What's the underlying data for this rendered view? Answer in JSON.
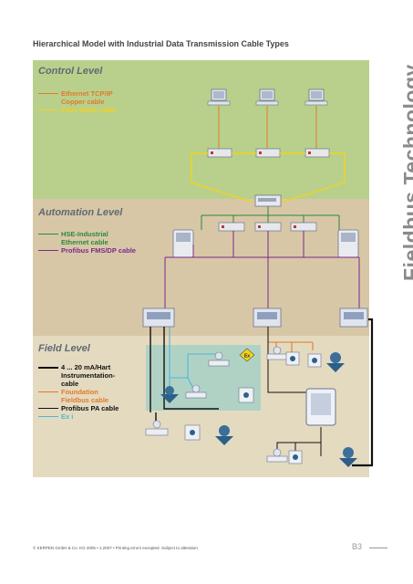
{
  "page": {
    "title": "Hierarchical Model with Industrial Data Transmission Cable Types",
    "side_title": "Fieldbus Technology",
    "footer": "KERPEN GmbH & Co. KG 2005  •  1.2007  •  Printing errors excepted. Subject to alteration",
    "page_number": "B3"
  },
  "levels": {
    "control": {
      "title": "Control Level",
      "legend": [
        {
          "label": "Ethernet TCP/IP\nCopper cable",
          "color": "#e07b2a"
        },
        {
          "label": "Fibre Optic cable",
          "color": "#f2d21c"
        }
      ]
    },
    "automation": {
      "title": "Automation Level",
      "legend": [
        {
          "label": "HSE-Industrial\nEthernet cable",
          "color": "#2a8a3a"
        },
        {
          "label": "Profibus FMS/DP cable",
          "color": "#7a2a8a"
        }
      ]
    },
    "field": {
      "title": "Field Level",
      "legend": [
        {
          "label": "4 ... 20 mA/Hart\nInstrumentation-\ncable",
          "color": "#111111"
        },
        {
          "label": "Foundation\nFieldbus cable",
          "color": "#e07b2a"
        },
        {
          "label": "Profibus PA cable",
          "color": "#111111"
        },
        {
          "label": "Ex i",
          "color": "#4fb6d8"
        }
      ],
      "ex_badge": "Ex"
    }
  },
  "colors": {
    "ethernet": "#e07b2a",
    "fibre": "#f2d21c",
    "hse": "#2a8a3a",
    "profibus_dp": "#7a2a8a",
    "instrumentation": "#111111",
    "exi": "#4fb6d8"
  }
}
